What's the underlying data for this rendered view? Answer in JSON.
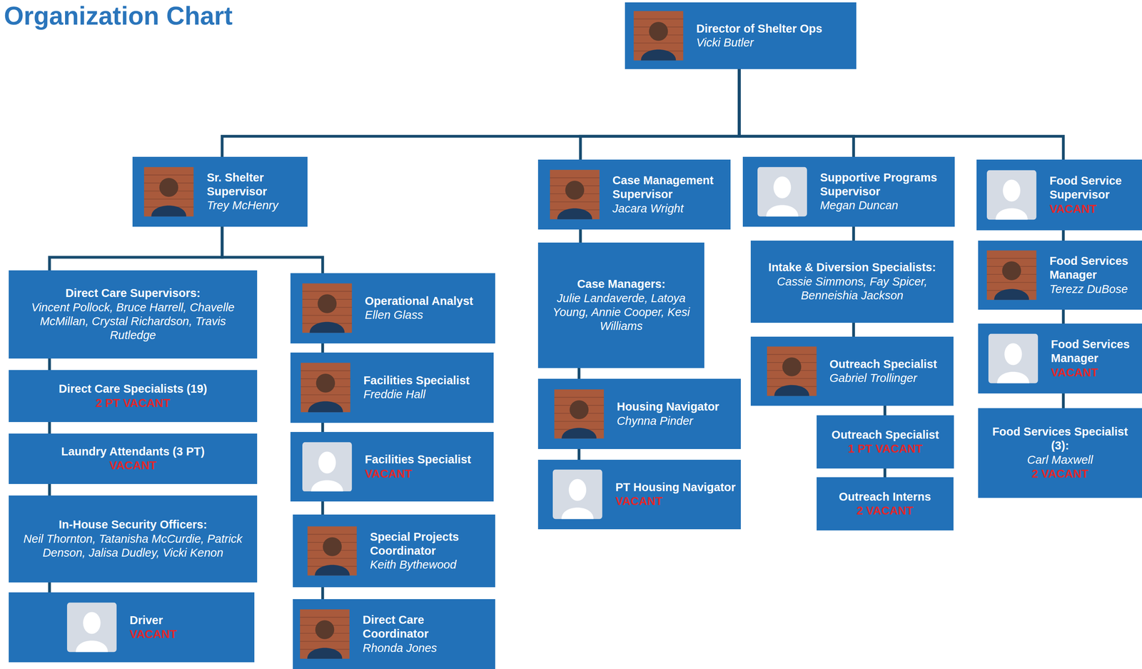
{
  "diagram": {
    "title": "Organization Chart",
    "nodes": [
      {
        "text": [
          "Director of Shelter Ops",
          "Vicki Butler"
        ]
      },
      {
        "text": [
          "Sr. Shelter Supervisor",
          "Trey McHenry"
        ]
      },
      {
        "text": [
          "Case Management Supervisor",
          "Jacara Wright"
        ]
      },
      {
        "text": [
          "Supportive Programs Supervisor",
          "Megan Duncan"
        ]
      },
      {
        "text": [
          "Food Service Supervisor",
          "VACANT"
        ]
      },
      {
        "text": [
          "Direct Care Supervisors:",
          "Vincent Pollock, Bruce Harrell, Chavelle McMillan, Crystal Richardson, Travis Rutledge"
        ]
      },
      {
        "text": [
          "Direct Care Specialists (19)",
          "2 PT VACANT"
        ]
      },
      {
        "text": [
          "Laundry Attendants (3 PT)",
          "VACANT"
        ]
      },
      {
        "text": [
          "In-House Security Officers:",
          "Neil Thornton, Tatanisha McCurdie, Patrick Denson, Jalisa Dudley, Vicki Kenon"
        ]
      },
      {
        "text": [
          "Driver",
          "VACANT"
        ]
      },
      {
        "text": [
          "Operational Analyst",
          "Ellen Glass"
        ]
      },
      {
        "text": [
          "Facilities Specialist",
          "Freddie Hall"
        ]
      },
      {
        "text": [
          "Facilities Specialist",
          "VACANT"
        ]
      },
      {
        "text": [
          "Special Projects Coordinator",
          "Keith Bythewood"
        ]
      },
      {
        "text": [
          "Direct Care Coordinator",
          "Rhonda Jones"
        ]
      },
      {
        "text": [
          "Case Managers:",
          "Julie Landaverde, Latoya Young, Annie Cooper, Kesi Williams"
        ]
      },
      {
        "text": [
          "Housing Navigator",
          "Chynna Pinder"
        ]
      },
      {
        "text": [
          "PT Housing Navigator",
          "VACANT"
        ]
      },
      {
        "text": [
          "Intake & Diversion Specialists:",
          "Cassie Simmons, Fay Spicer, Benneishia Jackson"
        ]
      },
      {
        "text": [
          "Outreach Specialist",
          "Gabriel Trollinger"
        ]
      },
      {
        "text": [
          "Outreach Specialist",
          "1 PT VACANT"
        ]
      },
      {
        "text": [
          "Outreach Interns",
          "2 VACANT"
        ]
      },
      {
        "text": [
          "Food Services Manager",
          "Terezz DuBose"
        ]
      },
      {
        "text": [
          "Food Services Manager",
          "VACANT"
        ]
      },
      {
        "text": [
          "Food Services Specialist (3):",
          "Carl Maxwell",
          "2 VACANT"
        ]
      }
    ],
    "edges": [
      {
        "from": 0,
        "to": 1,
        "arrow": "none"
      },
      {
        "from": 0,
        "to": 2,
        "arrow": "none"
      },
      {
        "from": 0,
        "to": 3,
        "arrow": "none"
      },
      {
        "from": 0,
        "to": 4,
        "arrow": "none"
      },
      {
        "from": 1,
        "to": 5,
        "arrow": "none"
      },
      {
        "from": 1,
        "to": 10,
        "arrow": "none"
      },
      {
        "from": 5,
        "to": 6,
        "arrow": "none"
      },
      {
        "from": 6,
        "to": 7,
        "arrow": "none"
      },
      {
        "from": 7,
        "to": 8,
        "arrow": "none"
      },
      {
        "from": 8,
        "to": 9,
        "arrow": "none"
      },
      {
        "from": 10,
        "to": 11,
        "arrow": "none"
      },
      {
        "from": 11,
        "to": 12,
        "arrow": "none"
      },
      {
        "from": 12,
        "to": 13,
        "arrow": "none"
      },
      {
        "from": 13,
        "to": 14,
        "arrow": "none"
      },
      {
        "from": 2,
        "to": 15,
        "arrow": "none"
      },
      {
        "from": 15,
        "to": 16,
        "arrow": "none"
      },
      {
        "from": 16,
        "to": 17,
        "arrow": "none"
      },
      {
        "from": 3,
        "to": 18,
        "arrow": "none"
      },
      {
        "from": 18,
        "to": 19,
        "arrow": "none"
      },
      {
        "from": 19,
        "to": 20,
        "arrow": "none"
      },
      {
        "from": 20,
        "to": 21,
        "arrow": "none"
      },
      {
        "from": 4,
        "to": 22,
        "arrow": "none"
      },
      {
        "from": 22,
        "to": 23,
        "arrow": "none"
      },
      {
        "from": 23,
        "to": 24,
        "arrow": "none"
      }
    ]
  }
}
